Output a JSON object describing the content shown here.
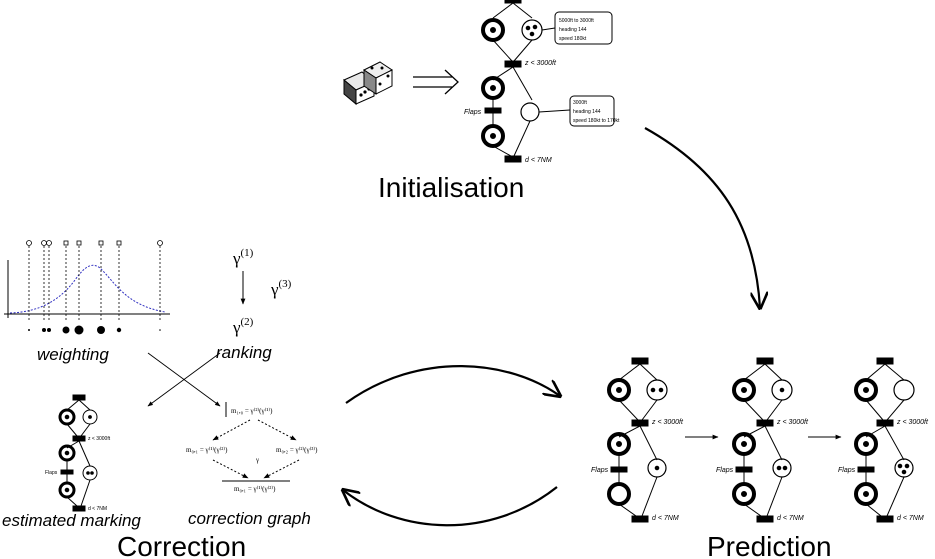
{
  "titles": {
    "initialisation": "Initialisation",
    "prediction": "Prediction",
    "correction": "Correction"
  },
  "labels": {
    "weighting": "weighting",
    "ranking": "ranking",
    "estimated_marking": "estimated marking",
    "correction_graph": "correction graph"
  },
  "petri": {
    "guard_altitude": "z < 3000ft",
    "guard_altitude_short": "z < 3000ft",
    "guard_distance": "d < 7NM",
    "flaps": "Flaps"
  },
  "init_boxes": {
    "box1": [
      "5000ft to 3000ft",
      "heading 144",
      "speed 180kt"
    ],
    "box2": [
      "3000ft",
      "heading 144",
      "speed 180kt to 170kt"
    ]
  },
  "gamma": {
    "symbol": "γ",
    "sup1": "(1)",
    "sup2": "(2)",
    "sup3": "(3)"
  },
  "correction_graph": {
    "top": "m₁,₀ = γ⁽²⁾(γ⁽¹⁾)",
    "left": "m₀,₁ = γ⁽¹⁾(γ⁽²⁾)",
    "right": "m₀,₂ = γ⁽²⁾(γ⁽³⁾)",
    "bottom": "m₀,₁ = γ⁽¹⁾(γ⁽²⁾)",
    "mid": "γ"
  }
}
